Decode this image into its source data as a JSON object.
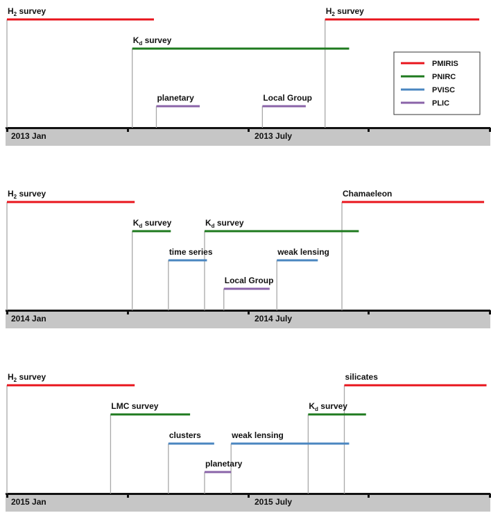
{
  "instruments": [
    {
      "name": "PMIRIS",
      "color": "#e8141c"
    },
    {
      "name": "PNIRC",
      "color": "#1e7a1e"
    },
    {
      "name": "PVISC",
      "color": "#4a86c0"
    },
    {
      "name": "PLIC",
      "color": "#8a63a8"
    }
  ],
  "panels": [
    {
      "start_label": "2013 Jan",
      "mid_label": "2013 July",
      "segments": [
        {
          "instrument": "PMIRIS",
          "label": "survey",
          "label_prefix": "H",
          "label_sub": "2",
          "start": 0.0,
          "end": 3.05,
          "level": 0
        },
        {
          "instrument": "PMIRIS",
          "label": "survey",
          "label_prefix": "H",
          "label_sub": "2",
          "start": 6.6,
          "end": 9.8,
          "level": 0
        },
        {
          "instrument": "PNIRC",
          "label": "survey",
          "label_prefix": "K",
          "label_sub": "d",
          "start": 2.6,
          "end": 7.1,
          "level": 1
        },
        {
          "instrument": "PLIC",
          "label": "planetary",
          "start": 3.1,
          "end": 4.0,
          "level": 3
        },
        {
          "instrument": "PLIC",
          "label": "Local Group",
          "start": 5.3,
          "end": 6.2,
          "level": 3
        }
      ]
    },
    {
      "start_label": "2014 Jan",
      "mid_label": "2014 July",
      "segments": [
        {
          "instrument": "PMIRIS",
          "label": "survey",
          "label_prefix": "H",
          "label_sub": "2",
          "start": 0.0,
          "end": 2.65,
          "level": 0
        },
        {
          "instrument": "PMIRIS",
          "label": "Chamaeleon",
          "start": 6.95,
          "end": 9.9,
          "level": 0
        },
        {
          "instrument": "PNIRC",
          "label": "survey",
          "label_prefix": "K",
          "label_sub": "d",
          "start": 2.6,
          "end": 3.4,
          "level": 1
        },
        {
          "instrument": "PNIRC",
          "label": "survey",
          "label_prefix": "K",
          "label_sub": "d",
          "start": 4.1,
          "end": 7.3,
          "level": 1
        },
        {
          "instrument": "PVISC",
          "label": "time series",
          "start": 3.35,
          "end": 4.15,
          "level": 2
        },
        {
          "instrument": "PVISC",
          "label": "weak lensing",
          "start": 5.6,
          "end": 6.45,
          "level": 2
        },
        {
          "instrument": "PLIC",
          "label": "Local Group",
          "start": 4.5,
          "end": 5.45,
          "level": 3
        }
      ]
    },
    {
      "start_label": "2015 Jan",
      "mid_label": "2015 July",
      "segments": [
        {
          "instrument": "PMIRIS",
          "label": "survey",
          "label_prefix": "H",
          "label_sub": "2",
          "start": 0.0,
          "end": 2.65,
          "level": 0
        },
        {
          "instrument": "PMIRIS",
          "label": "silicates",
          "start": 7.0,
          "end": 9.95,
          "level": 0
        },
        {
          "instrument": "PNIRC",
          "label": "LMC survey",
          "start": 2.15,
          "end": 3.8,
          "level": 1
        },
        {
          "instrument": "PNIRC",
          "label": "survey",
          "label_prefix": "K",
          "label_sub": "d",
          "start": 6.25,
          "end": 7.45,
          "level": 1
        },
        {
          "instrument": "PVISC",
          "label": "clusters",
          "start": 3.35,
          "end": 4.3,
          "level": 2
        },
        {
          "instrument": "PVISC",
          "label": "weak lensing",
          "start": 4.65,
          "end": 7.1,
          "level": 2
        },
        {
          "instrument": "PLIC",
          "label": "planetary",
          "start": 4.1,
          "end": 4.65,
          "level": 3
        }
      ]
    }
  ]
}
